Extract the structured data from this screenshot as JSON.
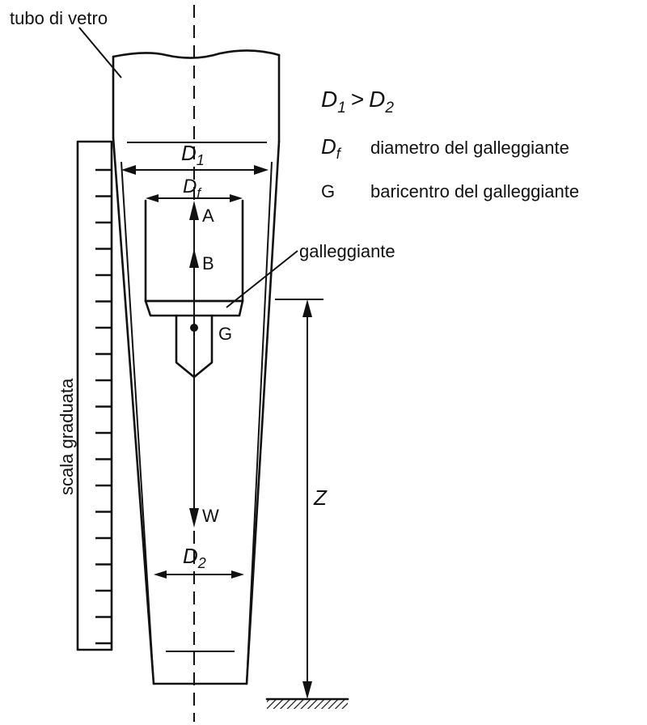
{
  "labels": {
    "glass_tube": "tubo di vetro",
    "graduated_scale": "scala graduata",
    "float": "galleggiante",
    "d1": "D",
    "d1_sub": "1",
    "df": "D",
    "df_sub": "f",
    "d2": "D",
    "d2_sub": "2",
    "force_a": "A",
    "force_b": "B",
    "force_w": "W",
    "centroid_g": "G",
    "height_z": "Z"
  },
  "legend": {
    "relation": {
      "left": "D",
      "left_sub": "1",
      "op": ">",
      "right": "D",
      "right_sub": "2"
    },
    "df_symbol": "D",
    "df_symbol_sub": "f",
    "df_text": "diametro del galleggiante",
    "g_symbol": "G",
    "g_text": "baricentro del galleggiante"
  },
  "colors": {
    "ink": "#111111",
    "background": "#ffffff"
  }
}
